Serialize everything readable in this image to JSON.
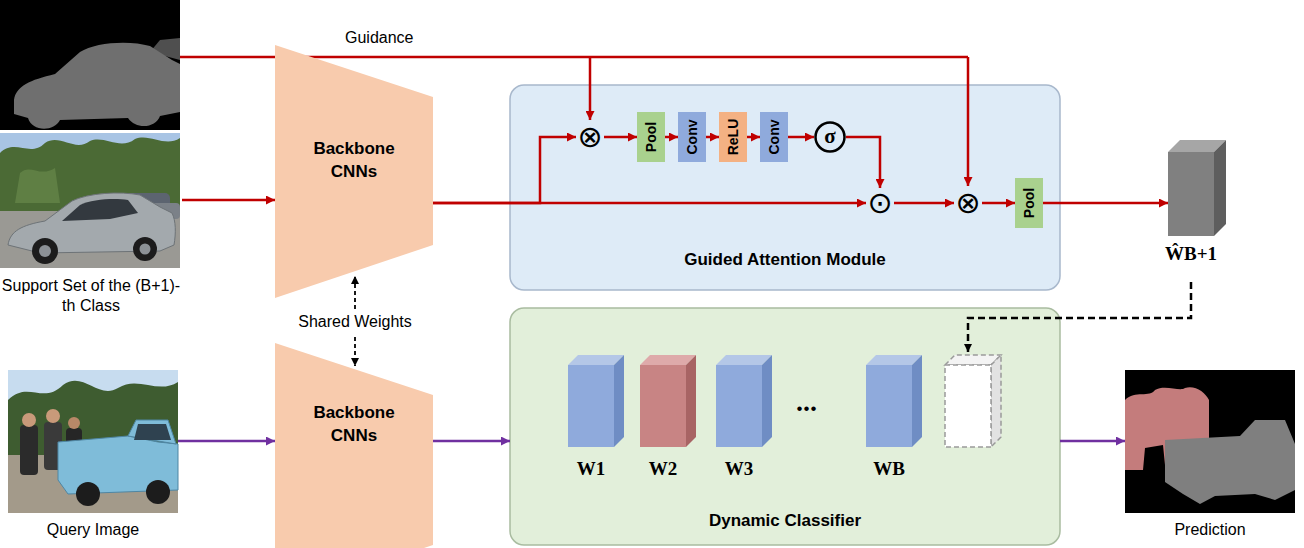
{
  "diagram": {
    "nodes": [
      {
        "text": [
          "Support Set of the (B+1)-th Class"
        ]
      },
      {
        "text": [
          "Backbone CNNs"
        ]
      },
      {
        "text": [
          "Guided Attention Module"
        ]
      },
      {
        "text": [
          "⊗"
        ],
        "in": 2
      },
      {
        "text": [
          "Pool"
        ],
        "in": 2
      },
      {
        "text": [
          "Conv"
        ],
        "in": 2
      },
      {
        "text": [
          "ReLU"
        ],
        "in": 2
      },
      {
        "text": [
          "Conv"
        ],
        "in": 2
      },
      {
        "text": [
          "σ"
        ],
        "in": 2
      },
      {
        "text": [
          "⊙"
        ],
        "in": 2
      },
      {
        "text": [
          "⊗"
        ],
        "in": 2
      },
      {
        "text": [
          "Pool"
        ],
        "in": 2
      },
      {
        "text": [
          "ŴB+1"
        ]
      },
      {
        "text": [
          "Query Image"
        ]
      },
      {
        "text": [
          "Backbone CNNs"
        ]
      },
      {
        "text": [
          "Dynamic Classifier"
        ]
      },
      {
        "text": [
          "W1"
        ],
        "in": 15
      },
      {
        "text": [
          "W2"
        ],
        "in": 15
      },
      {
        "text": [
          "W3"
        ],
        "in": 15
      },
      {
        "text": [
          "WB"
        ],
        "in": 15
      },
      {
        "text": [
          "Prediction"
        ]
      }
    ],
    "edges": [
      {
        "from": 0,
        "to": 1,
        "arrow": "to"
      },
      {
        "from": 1,
        "to": 3,
        "arrow": "to"
      },
      {
        "from": 1,
        "to": 9,
        "arrow": "to"
      },
      {
        "from": 3,
        "to": 4,
        "arrow": "to"
      },
      {
        "from": 4,
        "to": 5,
        "arrow": "to"
      },
      {
        "from": 5,
        "to": 6,
        "arrow": "to"
      },
      {
        "from": 6,
        "to": 7,
        "arrow": "to"
      },
      {
        "from": 7,
        "to": 8,
        "arrow": "to"
      },
      {
        "from": 8,
        "to": 9,
        "arrow": "to"
      },
      {
        "from": 9,
        "to": 10,
        "arrow": "to"
      },
      {
        "from": 10,
        "to": 11,
        "arrow": "to"
      },
      {
        "from": 11,
        "to": 12,
        "arrow": "to"
      },
      {
        "from": 13,
        "to": 14,
        "arrow": "to"
      },
      {
        "from": 14,
        "to": 15,
        "arrow": "to"
      },
      {
        "from": 15,
        "to": 20,
        "arrow": "to"
      }
    ],
    "labels": [
      "Guidance",
      "Shared Weights",
      "..."
    ]
  }
}
